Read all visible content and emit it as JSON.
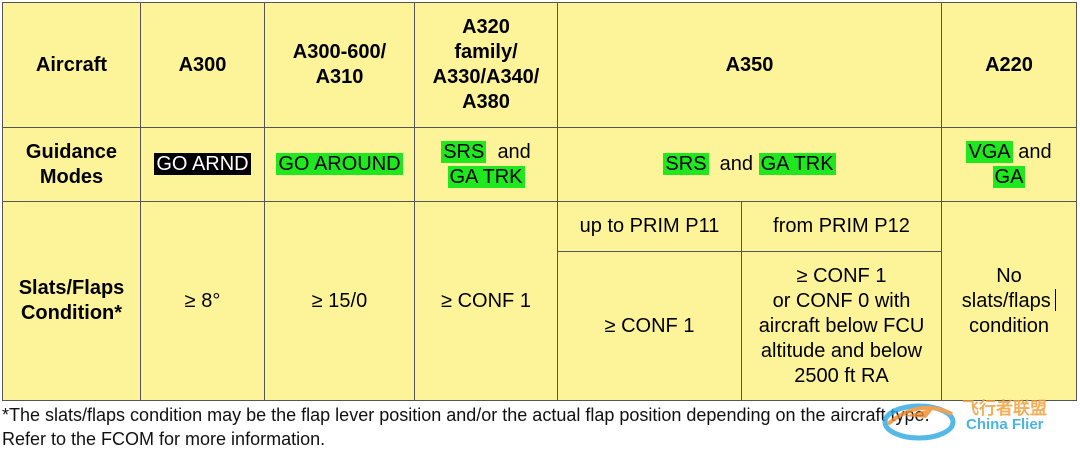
{
  "table": {
    "header": {
      "aircraft_label": "Aircraft",
      "columns": [
        {
          "label": "A300"
        },
        {
          "label_lines": [
            "A300-600/",
            "A310"
          ]
        },
        {
          "label_lines": [
            "A320",
            "family/",
            "A330/A340/",
            "A380"
          ]
        },
        {
          "label": "A350"
        },
        {
          "label": "A220"
        }
      ]
    },
    "guidance": {
      "row_label_lines": [
        "Guidance",
        "Modes"
      ],
      "a300": {
        "mode": "GO ARND",
        "highlight": "#000000"
      },
      "a300_600": {
        "mode": "GO AROUND",
        "highlight": "#1fe81f"
      },
      "a320": {
        "mode1": "SRS",
        "and": "and",
        "mode2": "GA TRK"
      },
      "a350": {
        "mode1": "SRS",
        "and": "and",
        "mode2": "GA TRK"
      },
      "a220": {
        "mode1": "VGA",
        "and": "and",
        "mode2": "GA"
      }
    },
    "slats": {
      "row_label_lines": [
        "Slats/Flaps",
        "Condition*"
      ],
      "a300": "≥ 8°",
      "a300_600": "≥ 15/0",
      "a320": "≥ CONF 1",
      "a350_sub": {
        "left_header": "up to PRIM P11",
        "right_header": "from PRIM P12",
        "left_value": "≥ CONF 1",
        "right_value_lines": [
          "≥ CONF 1",
          "or CONF 0 with",
          "aircraft below FCU",
          "altitude and below",
          "2500 ft RA"
        ]
      },
      "a220_lines": [
        "No",
        "slats/flaps",
        "condition"
      ]
    }
  },
  "footnote": {
    "line1": "*The slats/flaps condition may be the flap lever position and/or the actual flap position depending on the aircraft type.",
    "line2": "Refer to the FCOM for more information."
  },
  "watermark": {
    "text": "飞行者联盟",
    "sub": "China Flier"
  },
  "colors": {
    "table_bg": "#fdf49a",
    "highlight_green": "#1fe81f",
    "highlight_black": "#000000"
  }
}
